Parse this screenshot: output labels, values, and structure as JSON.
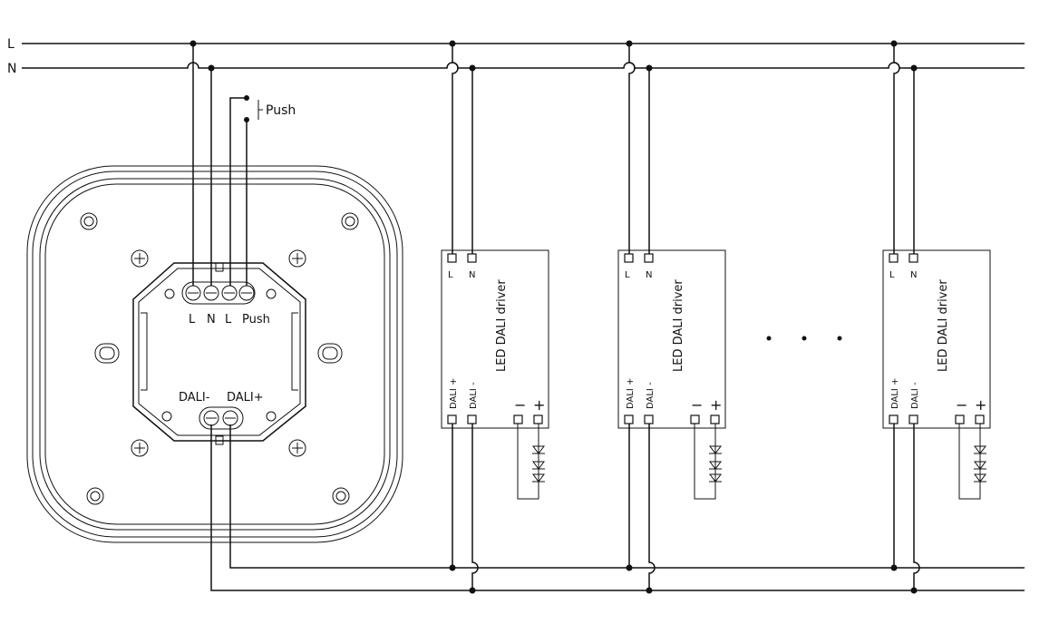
{
  "bus": {
    "line": "L",
    "neutral": "N"
  },
  "push_switch": {
    "label": "Push"
  },
  "device": {
    "mains_terminals": [
      "L",
      "N",
      "L",
      "Push"
    ],
    "dali_terminals": {
      "minus": "DALI-",
      "plus": "DALI+"
    }
  },
  "drivers": [
    {
      "title": "LED DALI driver",
      "t_l": "L",
      "t_n": "N",
      "t_dp": "DALI +",
      "t_dm": "DALI -",
      "t_minus": "−",
      "t_plus": "+"
    },
    {
      "title": "LED DALI driver",
      "t_l": "L",
      "t_n": "N",
      "t_dp": "DALI +",
      "t_dm": "DALI -",
      "t_minus": "−",
      "t_plus": "+"
    },
    {
      "title": "LED DALI driver",
      "t_l": "L",
      "t_n": "N",
      "t_dp": "DALI +",
      "t_dm": "DALI -",
      "t_minus": "−",
      "t_plus": "+"
    }
  ],
  "ellipsis_dots": 3,
  "colors": {
    "ink": "#111111",
    "background": "#ffffff"
  }
}
